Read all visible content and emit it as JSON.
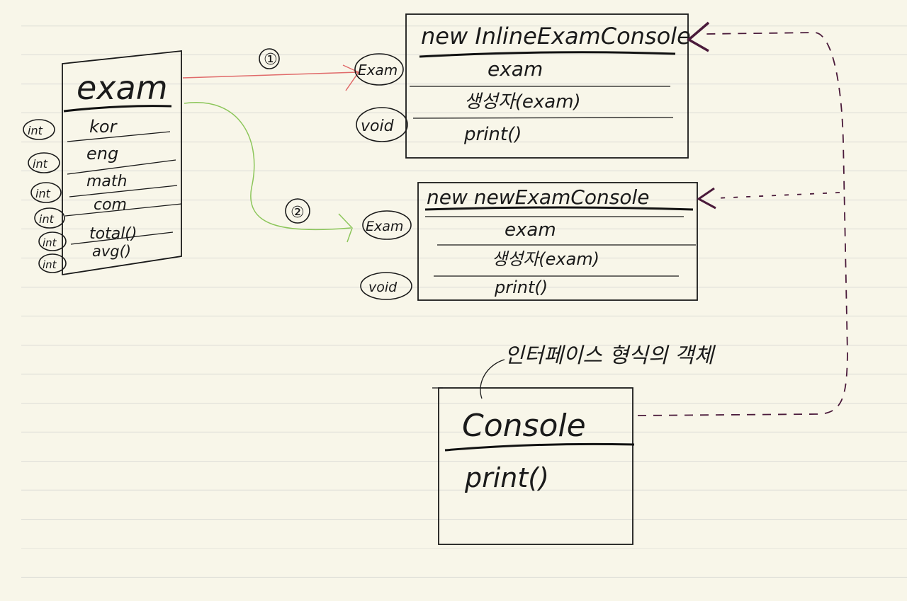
{
  "colors": {
    "paper": "#f8f6e9",
    "ink": "#1a1a1a",
    "red_arrow": "#e06a6a",
    "green_arrow": "#8cc65a",
    "purple_dash": "#4a1a3a"
  },
  "exam_class": {
    "title": "exam",
    "fields": [
      {
        "type": "int",
        "name": "kor"
      },
      {
        "type": "int",
        "name": "eng"
      },
      {
        "type": "int",
        "name": "math"
      },
      {
        "type": "int",
        "name": "com"
      }
    ],
    "methods": [
      {
        "type": "int",
        "name": "total()"
      },
      {
        "type": "int",
        "name": "avg()"
      }
    ]
  },
  "arrow1_label": "①",
  "arrow2_label": "②",
  "inline_box": {
    "title": "new InlineExamConsole",
    "field": "exam",
    "constructor": "생성자(exam)",
    "method": "print()",
    "field_type": "Exam",
    "method_type": "void"
  },
  "newexam_box": {
    "title": "new newExamConsole",
    "field": "exam",
    "constructor": "생성자(exam)",
    "method": "print()",
    "field_type": "Exam",
    "method_type": "void"
  },
  "console_box": {
    "annotation": "인터페이스 형식의 객체",
    "title": "Console",
    "method": "print()"
  }
}
